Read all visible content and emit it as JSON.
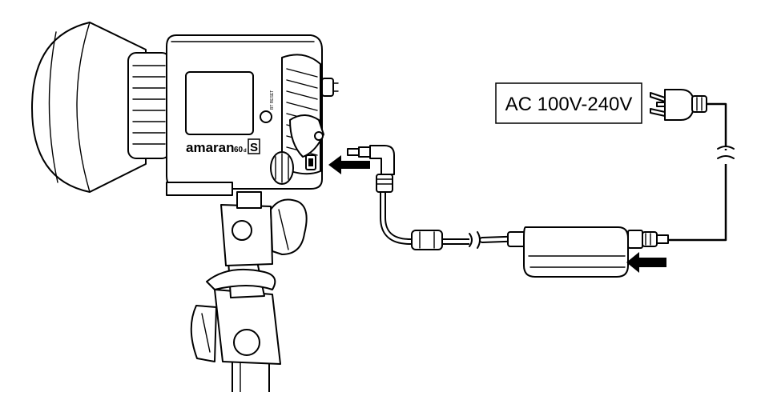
{
  "diagram": {
    "brand_label": "amaran",
    "model_label": "60",
    "model_sub": "d",
    "model_badge": "S",
    "button_label": "BT RESET",
    "voltage_label": "AC 100V-240V"
  },
  "colors": {
    "line": "#000000",
    "fill": "#ffffff",
    "arrow": "#000000"
  },
  "icons": {
    "arrow": "left-arrow-icon",
    "cable_break": "cable-break-icon",
    "plug": "power-plug-icon"
  }
}
